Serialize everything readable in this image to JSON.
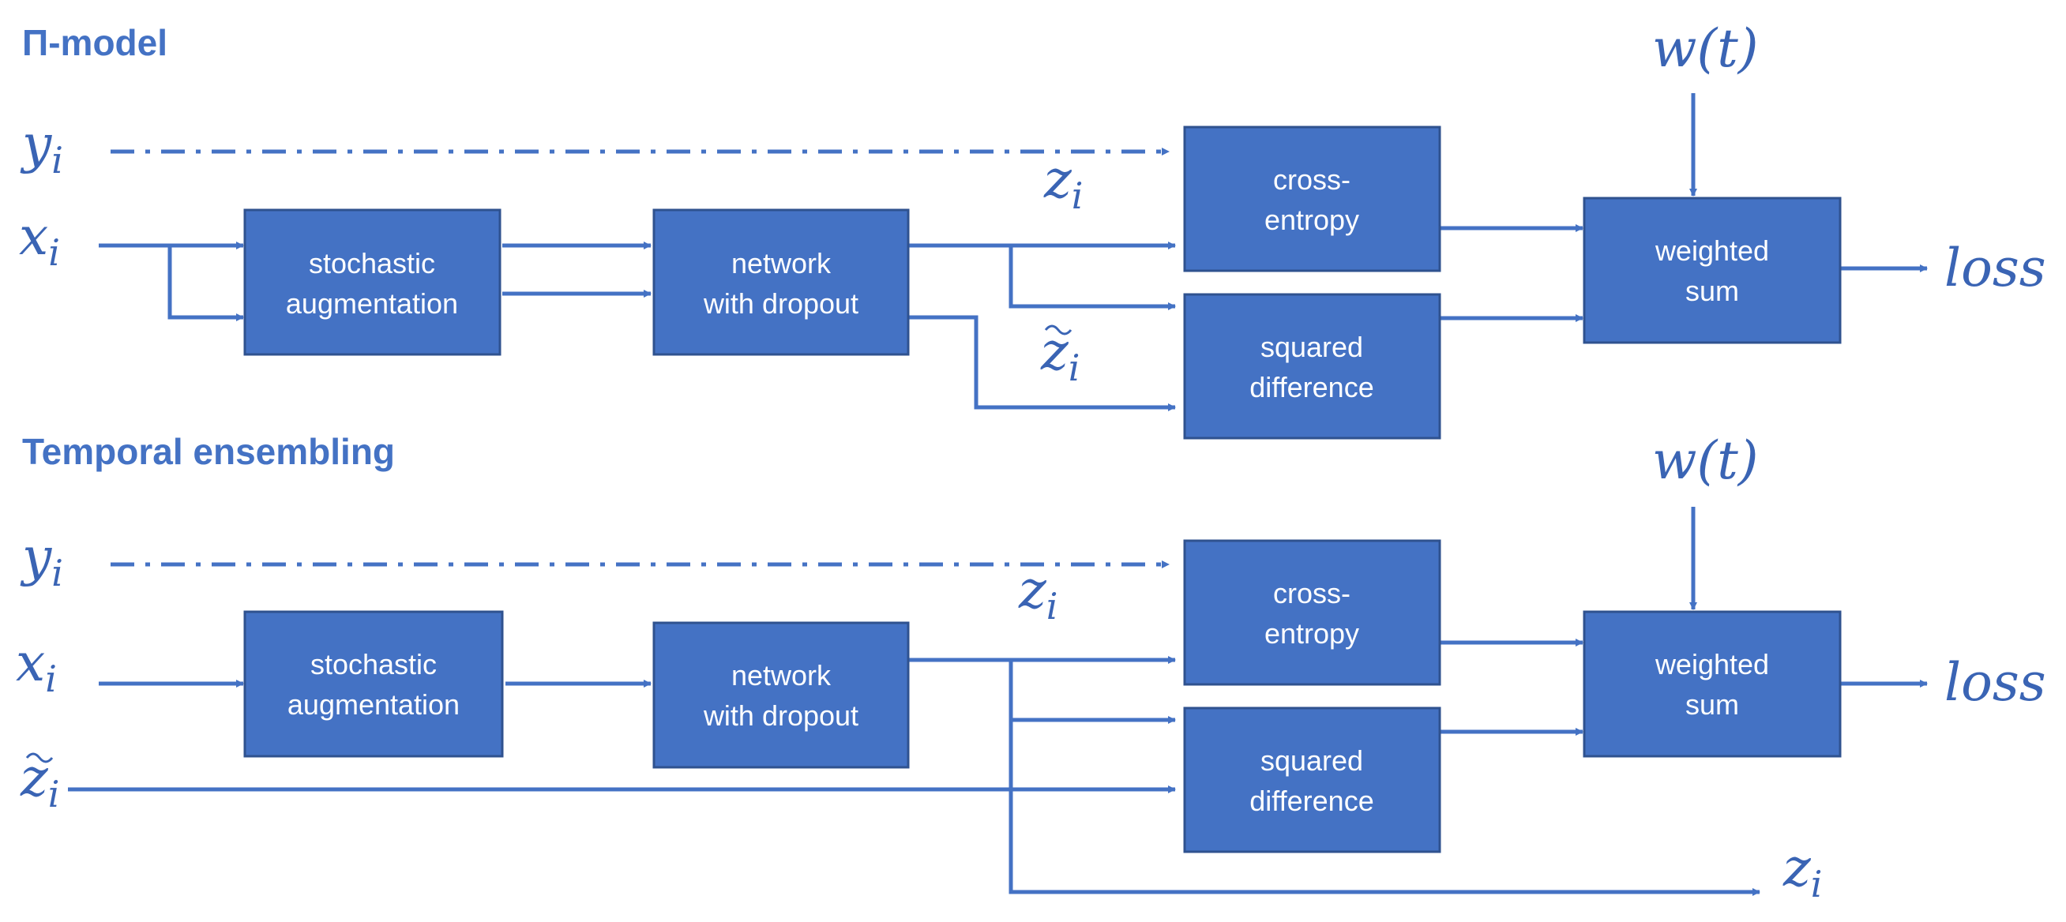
{
  "diagrams": [
    {
      "title": "Π-model",
      "inputs": {
        "y": "y",
        "y_sub": "i",
        "x": "x",
        "x_sub": "i"
      },
      "boxes": {
        "augmentation": [
          "stochastic",
          "augmentation"
        ],
        "network": [
          "network",
          "with dropout"
        ],
        "cross_entropy": [
          "cross-",
          "entropy"
        ],
        "squared_difference": [
          "squared",
          "difference"
        ],
        "weighted_sum": [
          "weighted",
          "sum"
        ]
      },
      "labels": {
        "z": "z",
        "z_sub": "i",
        "z_tilde": "z",
        "z_tilde_sub": "i",
        "weight": "w(t)",
        "loss": "loss"
      }
    },
    {
      "title": "Temporal ensembling",
      "inputs": {
        "y": "y",
        "y_sub": "i",
        "x": "x",
        "x_sub": "i",
        "z_tilde": "z",
        "z_tilde_sub": "i"
      },
      "boxes": {
        "augmentation": [
          "stochastic",
          "augmentation"
        ],
        "network": [
          "network",
          "with dropout"
        ],
        "cross_entropy": [
          "cross-",
          "entropy"
        ],
        "squared_difference": [
          "squared",
          "difference"
        ],
        "weighted_sum": [
          "weighted",
          "sum"
        ]
      },
      "labels": {
        "z": "z",
        "z_sub": "i",
        "z_out": "z",
        "z_out_sub": "i",
        "weight": "w(t)",
        "loss": "loss"
      }
    }
  ]
}
